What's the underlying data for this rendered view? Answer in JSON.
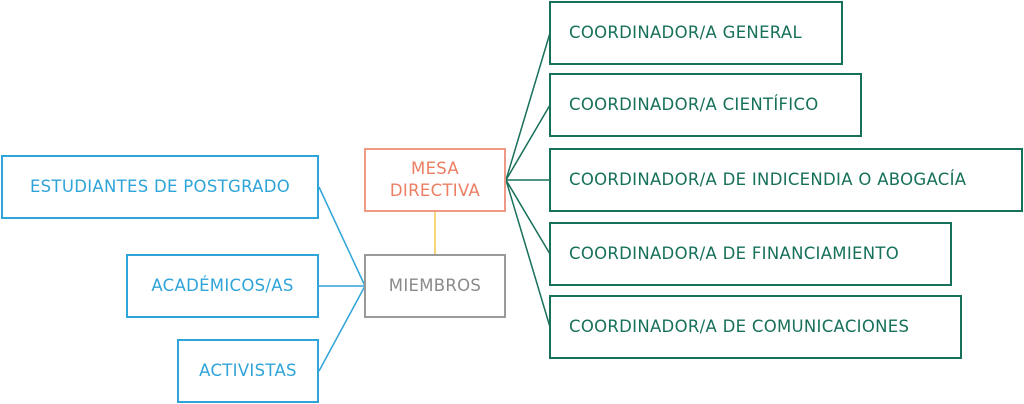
{
  "colors": {
    "participants": "#2fa4d8",
    "coordinators": "#16705a",
    "board": "#ec7f63",
    "members": "#8a8a8a",
    "connector": "#f2c94c"
  },
  "board": {
    "line1": "MESA",
    "line2": "DIRECTIVA"
  },
  "members": {
    "label": "MIEMBROS"
  },
  "participants": [
    {
      "label": "ESTUDIANTES DE POSTGRADO"
    },
    {
      "label": "ACADÉMICOS/AS"
    },
    {
      "label": "ACTIVISTAS"
    }
  ],
  "coordinators": [
    {
      "label": "COORDINADOR/A GENERAL"
    },
    {
      "label": "COORDINADOR/A CIENTÍFICO"
    },
    {
      "label": "COORDINADOR/A DE INDICENDIA O ABOGACÍA"
    },
    {
      "label": "COORDINADOR/A DE FINANCIAMIENTO"
    },
    {
      "label": "COORDINADOR/A DE COMUNICACIONES"
    }
  ]
}
